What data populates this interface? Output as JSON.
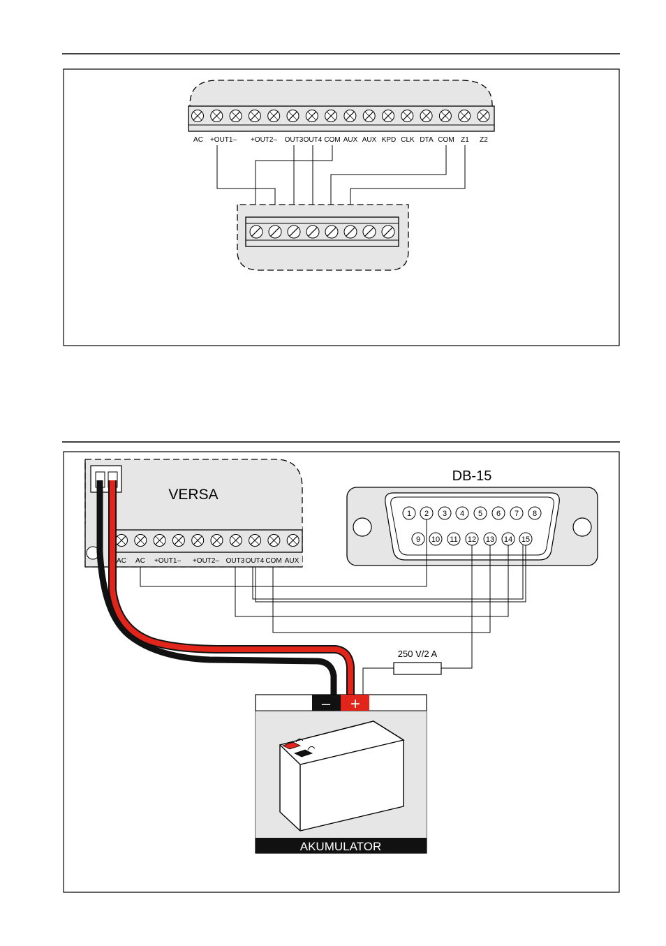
{
  "figure1": {
    "top_terminal_labels": [
      "AC",
      "+OUT1–",
      "+OUT2–",
      "OUT3",
      "OUT4",
      "COM",
      "AUX",
      "AUX",
      "KPD",
      "CLK",
      "DTA",
      "COM",
      "Z1",
      "Z2"
    ],
    "top_screw_count": 16,
    "module_screw_count": 8
  },
  "figure2": {
    "panel_label": "VERSA",
    "connector_label": "DB-15",
    "terminal_labels": [
      "AC",
      "AC",
      "+OUT1–",
      "+OUT2–",
      "OUT3",
      "OUT4",
      "COM",
      "AUX"
    ],
    "screw_count": 10,
    "db15_top_pins": [
      "1",
      "2",
      "3",
      "4",
      "5",
      "6",
      "7",
      "8"
    ],
    "db15_bottom_pins": [
      "9",
      "10",
      "11",
      "12",
      "13",
      "14",
      "15"
    ],
    "fuse_label": "250 V/2 A",
    "battery_minus": "–",
    "battery_plus": "+",
    "battery_label": "AKUMULATOR",
    "colors": {
      "red_wire": "#e1251b",
      "black_wire": "#111111",
      "panel_fill": "#e6e6e6"
    }
  }
}
